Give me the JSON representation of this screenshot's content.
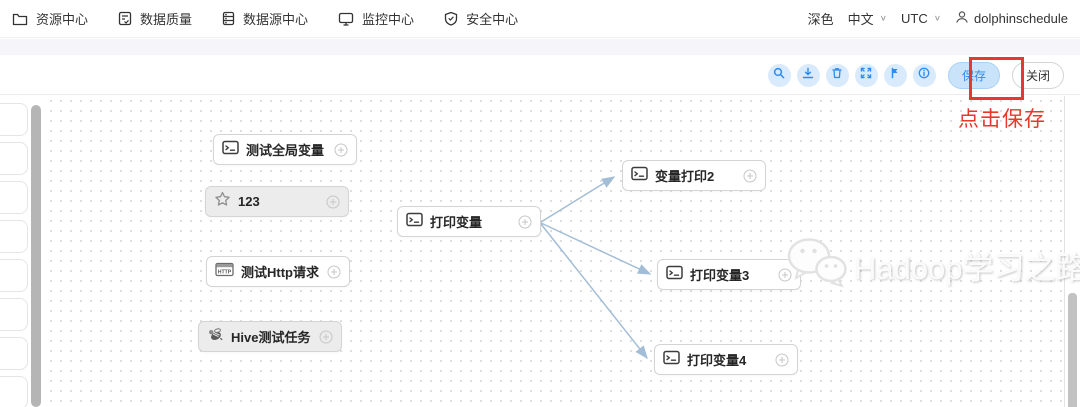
{
  "nav": {
    "items": [
      {
        "label": "资源中心",
        "icon": "folder-icon"
      },
      {
        "label": "数据质量",
        "icon": "document-check-icon"
      },
      {
        "label": "数据源中心",
        "icon": "database-icon"
      },
      {
        "label": "监控中心",
        "icon": "monitor-icon"
      },
      {
        "label": "安全中心",
        "icon": "shield-check-icon"
      }
    ],
    "theme_label": "深色",
    "language_label": "中文",
    "timezone_label": "UTC",
    "username": "dolphinschedule"
  },
  "toolbar": {
    "icons": [
      "search-icon",
      "download-icon",
      "delete-icon",
      "fullscreen-icon",
      "format-icon",
      "info-icon"
    ],
    "save_label": "保存",
    "close_label": "关闭"
  },
  "annotation": {
    "text": "点击保存",
    "color": "#e6392c"
  },
  "canvas": {
    "nodes": [
      {
        "label": "测试全局变量",
        "icon": "shell-icon",
        "state": "normal"
      },
      {
        "label": "123",
        "icon": "star-icon",
        "state": "disabled"
      },
      {
        "label": "测试Http请求",
        "icon": "http-icon",
        "state": "normal"
      },
      {
        "label": "Hive测试任务",
        "icon": "hive-icon",
        "state": "disabled"
      },
      {
        "label": "打印变量",
        "icon": "shell-icon",
        "state": "normal"
      },
      {
        "label": "变量打印2",
        "icon": "shell-icon",
        "state": "normal"
      },
      {
        "label": "打印变量3",
        "icon": "shell-icon",
        "state": "normal"
      },
      {
        "label": "打印变量4",
        "icon": "shell-icon",
        "state": "normal"
      }
    ],
    "edges": [
      {
        "from": "打印变量",
        "to": "变量打印2"
      },
      {
        "from": "打印变量",
        "to": "打印变量3"
      },
      {
        "from": "打印变量",
        "to": "打印变量4"
      }
    ],
    "edge_color": "#a3bdd6"
  },
  "watermark": {
    "text": "Hadoop学习之路",
    "icon": "wechat-icon"
  },
  "colors": {
    "accent": "#2d8cf0",
    "annotation_red": "#e6392c",
    "icon_button_bg": "#d8eafc"
  }
}
